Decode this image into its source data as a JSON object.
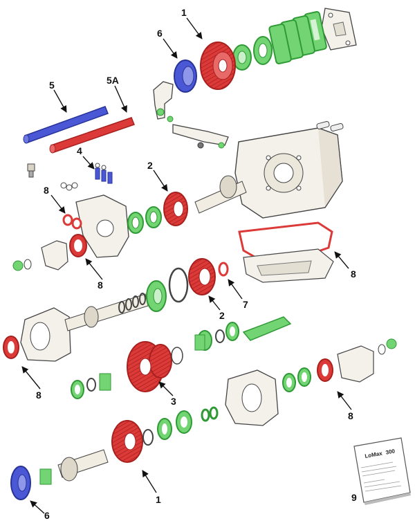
{
  "colors": {
    "red_gear": "#dc3a38",
    "red_dark": "#a8201e",
    "green_part": "#72d472",
    "green_dark": "#2f9a35",
    "blue_part": "#4b58d6",
    "blue_dark": "#283399",
    "housing": "#f4f1ea",
    "outline": "#444444"
  },
  "callouts": {
    "c1_top": "1",
    "c6_top": "6",
    "c5": "5",
    "c5a": "5A",
    "c4": "4",
    "c2_mid": "2",
    "c8_left": "8",
    "c8_seal": "8",
    "c8_gasket": "8",
    "c7": "7",
    "c2_lower": "2",
    "c8_bottom_left": "8",
    "c3": "3",
    "c8_right": "8",
    "c1_bottom": "1",
    "c6_bottom": "6",
    "c9": "9"
  },
  "manual": {
    "title_a": "LoMax",
    "title_b": "300"
  }
}
